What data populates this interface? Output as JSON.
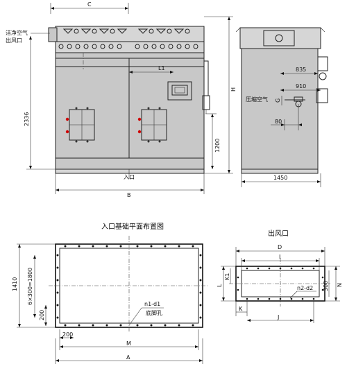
{
  "front_view": {
    "dim_C": "C",
    "dim_B": "B",
    "dim_L1": "L1",
    "dim_H": "H",
    "dim_2336": "2336",
    "dim_1200": "1200",
    "label_clean_air": "洁净空气",
    "label_outlet": "出风口",
    "label_inlet": "入口"
  },
  "side_view": {
    "dim_835": "835",
    "dim_910": "910",
    "dim_80": "80",
    "dim_1450": "1450",
    "dim_G": "G",
    "label_compressed_air": "压缩空气"
  },
  "inlet_plan": {
    "title": "入口基础平面布置图",
    "dim_1410": "1410",
    "dim_bolts": "6×300=1800",
    "dim_200_left": "200",
    "dim_200_bottom": "200",
    "dim_M": "M",
    "dim_A": "A",
    "label_hole": "n1-d1",
    "label_anchor": "底脚孔"
  },
  "outlet": {
    "title": "出风口",
    "dim_D": "D",
    "dim_I": "I",
    "dim_L": "L",
    "dim_K1": "K1",
    "dim_K": "K",
    "dim_J": "J",
    "dim_N": "N",
    "dim_300": "300",
    "label_hole": "n2-d2"
  }
}
